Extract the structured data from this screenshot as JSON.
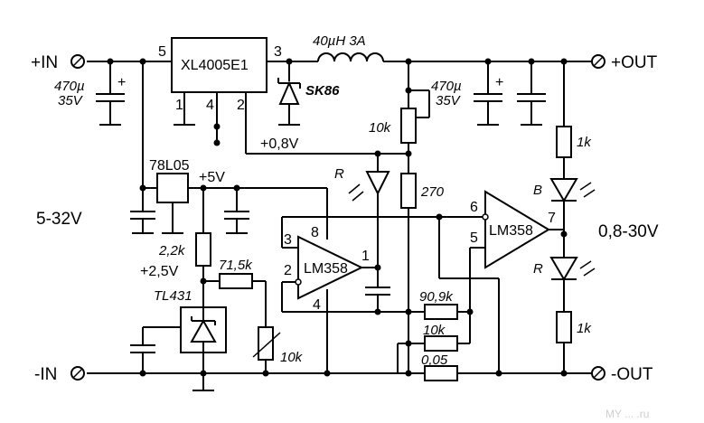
{
  "terminals": {
    "in_pos": "+IN",
    "in_neg": "-IN",
    "out_pos": "+OUT",
    "out_neg": "-OUT"
  },
  "ranges": {
    "input": "5-32V",
    "output": "0,8-30V"
  },
  "regulator": {
    "name": "XL4005E1",
    "pins": [
      "5",
      "3",
      "1",
      "4",
      "2"
    ],
    "feedback": "+0,8V"
  },
  "inductor": "40µH 3A",
  "schottky": "SK86",
  "input_cap": {
    "value": "470µ",
    "voltage": "35V",
    "polarity": "+"
  },
  "output_cap": {
    "value": "470µ",
    "voltage": "35V",
    "polarity": "+"
  },
  "ldo": {
    "name": "78L05",
    "rail": "+5V"
  },
  "reference": {
    "name": "TL431",
    "rail": "+2,5V"
  },
  "resistors": {
    "fb_top": "10k",
    "fb_bottom": "270",
    "ref_series": "2,2k",
    "ref_div": "71,5k",
    "trim": "10k",
    "gain_a": "90,9k",
    "gain_b": "10k",
    "shunt": "0,05",
    "led_top": "1k",
    "led_bottom": "1k"
  },
  "opamp1": {
    "name": "LM358",
    "pins": [
      "3",
      "8",
      "2",
      "4",
      "1"
    ]
  },
  "opamp2": {
    "name": "LM358",
    "pins": [
      "6",
      "5",
      "7"
    ]
  },
  "leds": {
    "blue": "B",
    "red_out": "R",
    "red_cv": "R"
  },
  "watermark": "MY ... .ru"
}
